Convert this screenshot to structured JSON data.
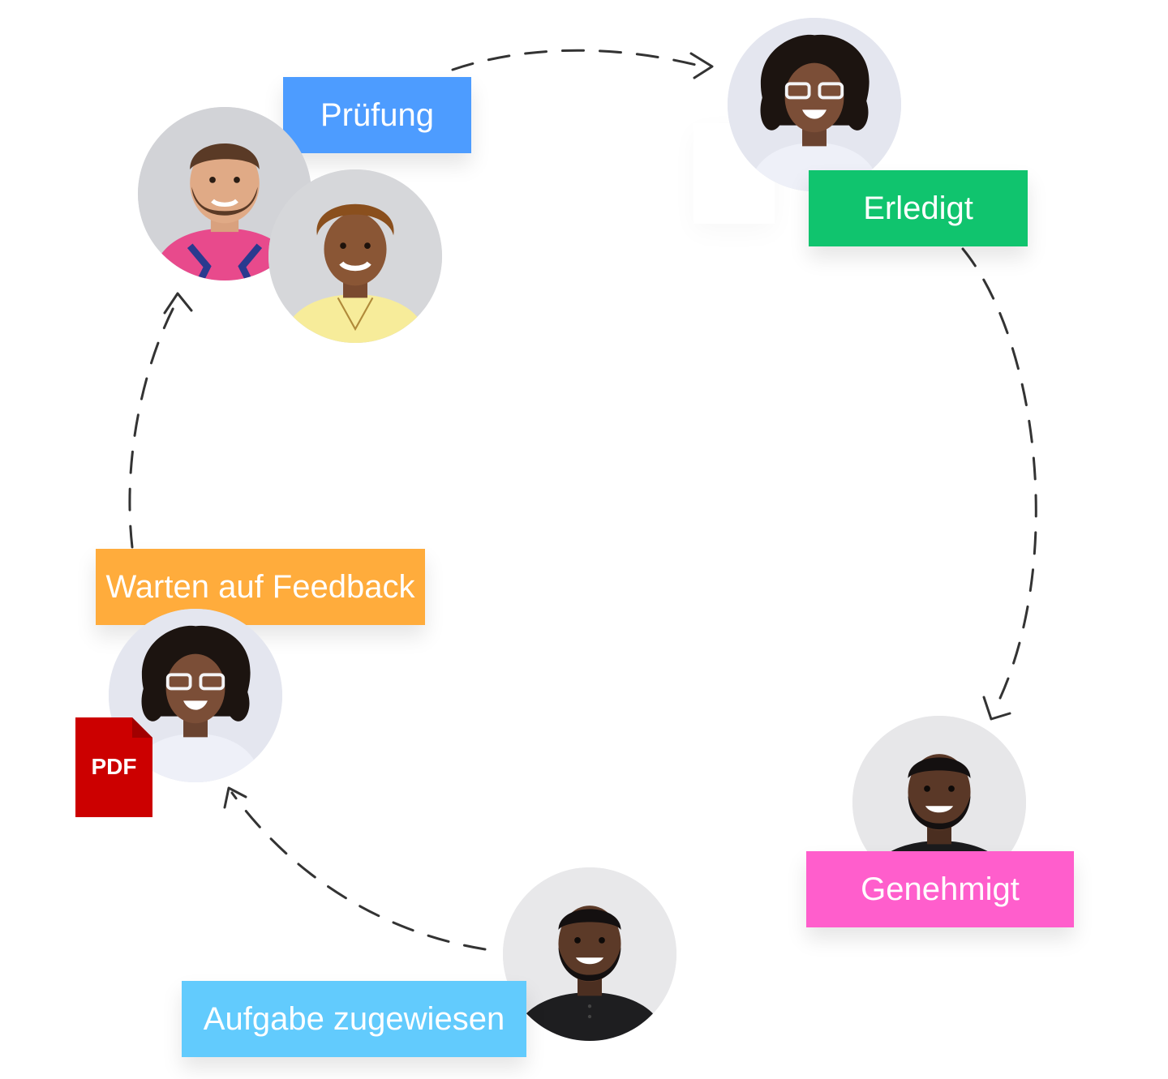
{
  "stages": [
    {
      "label": "Prüfung",
      "color": "#4d9cff"
    },
    {
      "label": "Erledigt",
      "color": "#10c46e"
    },
    {
      "label": "Genehmigt",
      "color": "#ff5ecc"
    },
    {
      "label": "Aufgabe zugewiesen",
      "color": "#62cbfd"
    },
    {
      "label": "Warten auf Feedback",
      "color": "#ffac3c"
    }
  ],
  "attachment": {
    "label": "PDF",
    "color": "#cc0000"
  },
  "arrow_color": "#333333"
}
